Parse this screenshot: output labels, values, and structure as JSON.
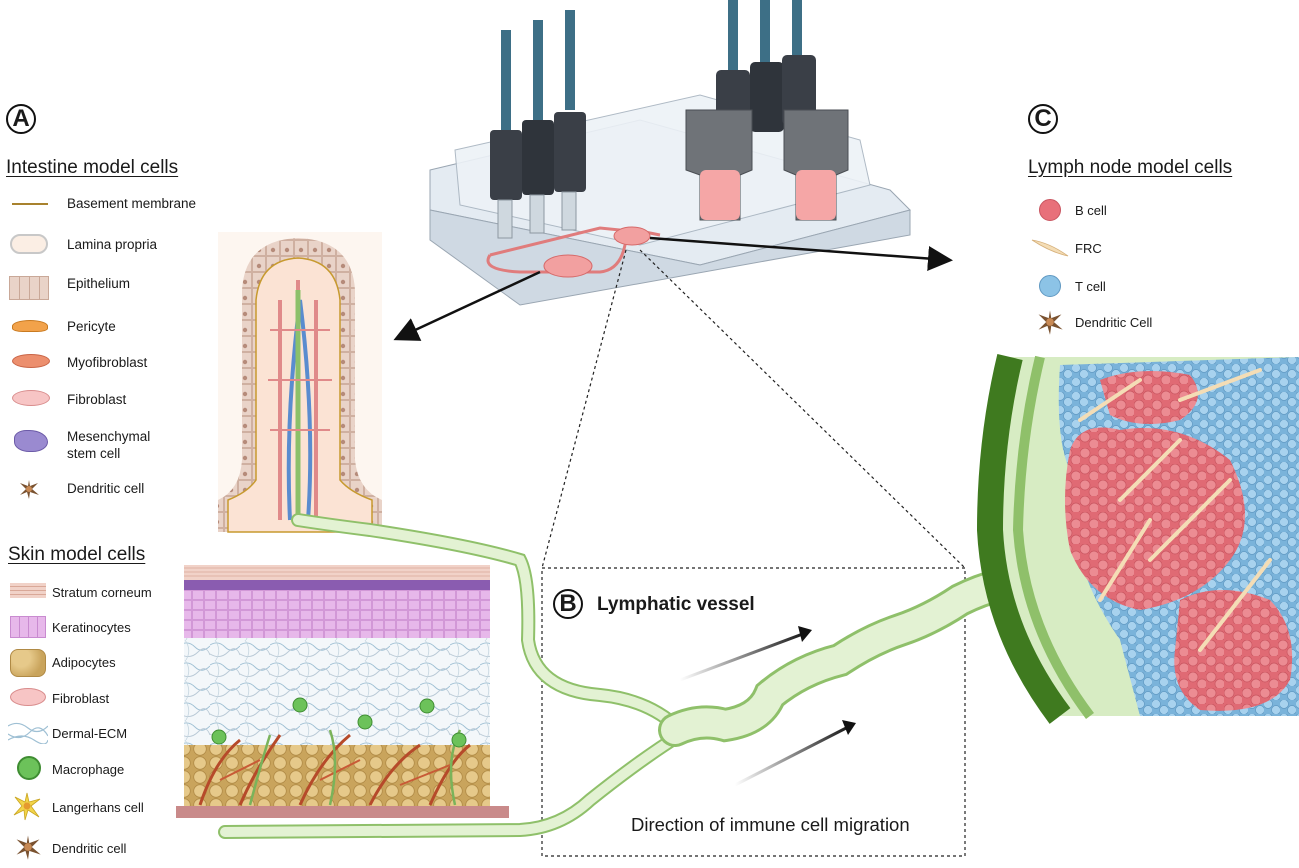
{
  "panel_a": {
    "letter": "A",
    "intestine_title": "Intestine model cells",
    "intestine_legend": [
      {
        "label": "Basement membrane",
        "icon": "basement-membrane-icon"
      },
      {
        "label": "Lamina propria",
        "icon": "lamina-propria-icon"
      },
      {
        "label": "Epithelium",
        "icon": "epithelium-icon"
      },
      {
        "label": "Pericyte",
        "icon": "pericyte-icon"
      },
      {
        "label": "Myofibroblast",
        "icon": "myofibroblast-icon"
      },
      {
        "label": "Fibroblast",
        "icon": "fibroblast-icon"
      },
      {
        "label_line1": "Mesenchymal",
        "label_line2": "stem cell",
        "icon": "mesenchymal-stem-cell-icon"
      },
      {
        "label": "Dendritic cell",
        "icon": "dendritic-cell-icon"
      }
    ],
    "skin_title": "Skin model cells",
    "skin_legend": [
      {
        "label": "Stratum corneum",
        "icon": "stratum-corneum-icon"
      },
      {
        "label": "Keratinocytes",
        "icon": "keratinocytes-icon"
      },
      {
        "label": "Adipocytes",
        "icon": "adipocytes-icon"
      },
      {
        "label": "Fibroblast",
        "icon": "fibroblast-icon"
      },
      {
        "label": "Dermal-ECM",
        "icon": "dermal-ecm-icon"
      },
      {
        "label": "Macrophage",
        "icon": "macrophage-icon"
      },
      {
        "label": "Langerhans cell",
        "icon": "langerhans-cell-icon"
      },
      {
        "label": "Dendritic cell",
        "icon": "dendritic-cell-icon"
      }
    ]
  },
  "panel_b": {
    "letter": "B",
    "title": "Lymphatic vessel",
    "caption": "Direction of immune cell migration"
  },
  "panel_c": {
    "letter": "C",
    "title": "Lymph node model cells",
    "legend": [
      {
        "label": "B cell",
        "icon": "b-cell-icon"
      },
      {
        "label": "FRC",
        "icon": "frc-icon"
      },
      {
        "label": "T cell",
        "icon": "t-cell-icon"
      },
      {
        "label": "Dendritic Cell",
        "icon": "dendritic-cell-icon"
      }
    ]
  },
  "colors": {
    "vessel_green": "#8fc06a",
    "vessel_fill": "#e3f2d3",
    "b_cell": "#e8707a",
    "t_cell": "#8cc3e6",
    "frc": "#f4ddb6",
    "dendritic": "#7a5230",
    "node_capsule": "#3f7a1f",
    "chip_red": "#f0a3a3"
  }
}
